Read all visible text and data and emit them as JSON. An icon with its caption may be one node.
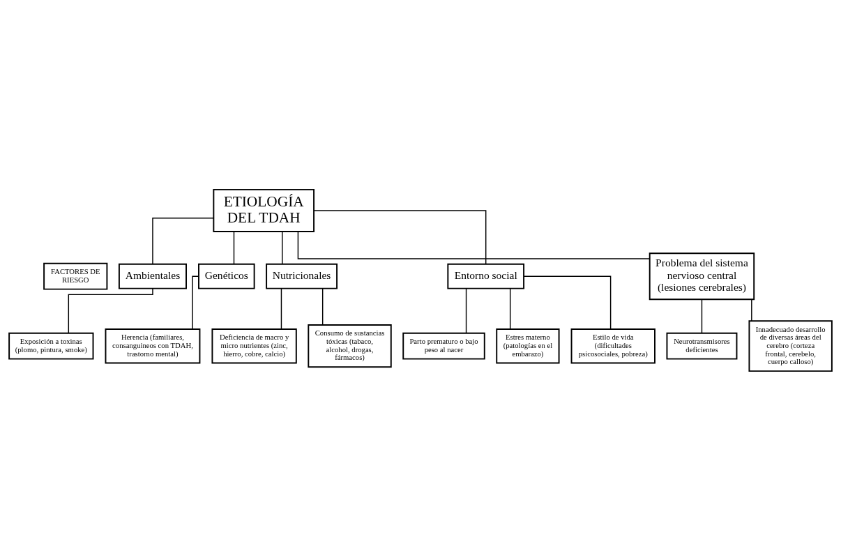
{
  "diagram": {
    "nodes": [
      {
        "text": [
          "ETIOLOGÍA DEL TDAH"
        ]
      },
      {
        "text": [
          "FACTORES DE RIESGO"
        ]
      },
      {
        "text": [
          "Ambientales"
        ]
      },
      {
        "text": [
          "Genéticos"
        ]
      },
      {
        "text": [
          "Nutricionales"
        ]
      },
      {
        "text": [
          "Entorno social"
        ]
      },
      {
        "text": [
          "Problema del sistema nervioso central (lesiones cerebrales)"
        ]
      },
      {
        "text": [
          "Exposición a toxinas (plomo, pintura, smoke)"
        ]
      },
      {
        "text": [
          "Herencia (familiares, consanguineos con TDAH, trastorno mental)"
        ]
      },
      {
        "text": [
          "Deficiencia de macro y micro nutrientes (zinc, hierro, cobre, calcio)"
        ]
      },
      {
        "text": [
          "Consumo de sustancias tóxicas (tabaco, alcohol, drogas, fármacos)"
        ]
      },
      {
        "text": [
          "Parto prematuro o bajo peso al nacer"
        ]
      },
      {
        "text": [
          "Estres materno (patologías en el embarazo)"
        ]
      },
      {
        "text": [
          "Estilo de vida (dificultades psicosociales, pobreza)"
        ]
      },
      {
        "text": [
          "Neurotransmisores deficientes"
        ]
      },
      {
        "text": [
          "Innadecuado desarrollo de diversas áreas del cerebro (corteza frontal, cerebelo, cuerpo calloso)"
        ]
      }
    ],
    "edges": [
      {
        "from": 0,
        "to": 2,
        "arrow": "none"
      },
      {
        "from": 0,
        "to": 3,
        "arrow": "none"
      },
      {
        "from": 0,
        "to": 4,
        "arrow": "none"
      },
      {
        "from": 0,
        "to": 5,
        "arrow": "none"
      },
      {
        "from": 0,
        "to": 6,
        "arrow": "none"
      },
      {
        "from": 2,
        "to": 7,
        "arrow": "none"
      },
      {
        "from": 3,
        "to": 8,
        "arrow": "none"
      },
      {
        "from": 4,
        "to": 9,
        "arrow": "none"
      },
      {
        "from": 4,
        "to": 10,
        "arrow": "none"
      },
      {
        "from": 5,
        "to": 11,
        "arrow": "none"
      },
      {
        "from": 5,
        "to": 12,
        "arrow": "none"
      },
      {
        "from": 5,
        "to": 13,
        "arrow": "none"
      },
      {
        "from": 6,
        "to": 14,
        "arrow": "none"
      },
      {
        "from": 6,
        "to": 15,
        "arrow": "none"
      }
    ]
  }
}
